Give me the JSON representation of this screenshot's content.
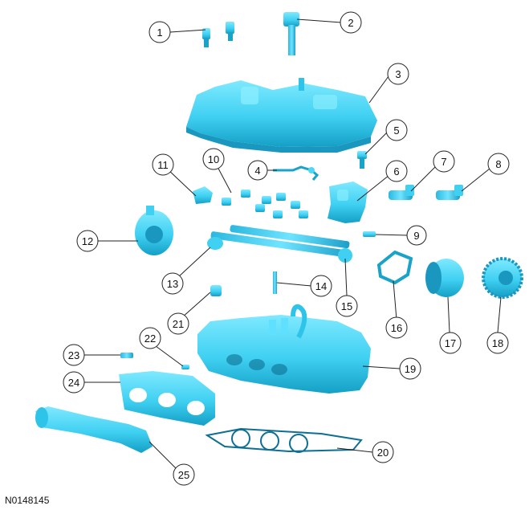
{
  "figure": {
    "reference_code": "N0148145",
    "colors": {
      "part_fill": "#4fd8f5",
      "part_shadow": "#1aa3c8",
      "part_dark": "#0e6f93",
      "callout_stroke": "#222222",
      "callout_fill": "#ffffff"
    },
    "callouts": [
      {
        "label": "1"
      },
      {
        "label": "2"
      },
      {
        "label": "3"
      },
      {
        "label": "4"
      },
      {
        "label": "5"
      },
      {
        "label": "6"
      },
      {
        "label": "7"
      },
      {
        "label": "8"
      },
      {
        "label": "9"
      },
      {
        "label": "10"
      },
      {
        "label": "11"
      },
      {
        "label": "12"
      },
      {
        "label": "13"
      },
      {
        "label": "14"
      },
      {
        "label": "15"
      },
      {
        "label": "16"
      },
      {
        "label": "17"
      },
      {
        "label": "18"
      },
      {
        "label": "19"
      },
      {
        "label": "20"
      },
      {
        "label": "21"
      },
      {
        "label": "22"
      },
      {
        "label": "23"
      },
      {
        "label": "24"
      },
      {
        "label": "25"
      }
    ]
  }
}
